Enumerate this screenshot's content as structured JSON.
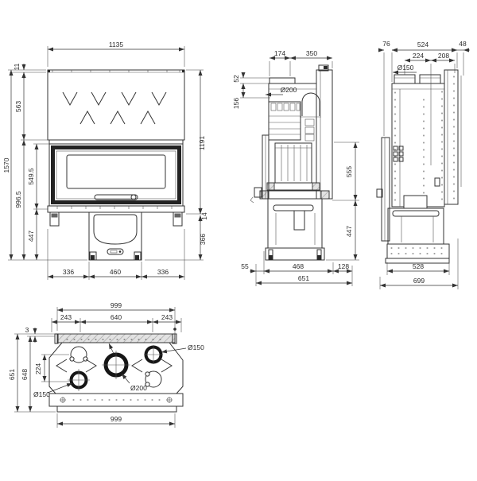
{
  "colors": {
    "line": "#333333",
    "thick": "#1a1a1a",
    "hatch": "#9f9f9f",
    "strip_fill": "#e2e2e2"
  },
  "views": {
    "front": {
      "total_width": "1135",
      "top_lip": "11",
      "hood_height": "563",
      "overall_height": "1570",
      "lower_height": "996.5",
      "door_height": "549.5",
      "plinth_height_left": "447",
      "right_height": "1191",
      "frame_gap": "14",
      "pedestal_height": "366",
      "bottom_left": "336",
      "bottom_center": "460",
      "bottom_right": "336"
    },
    "side": {
      "collar_offset": "174",
      "body_depth": "350",
      "collar_height": "52",
      "collar_inset": "156",
      "flue_diameter": "Ø200",
      "firebox_height": "555",
      "plinth_height": "447",
      "front_gap": "55",
      "base_depth": "468",
      "rear_gap": "128",
      "total_depth": "651"
    },
    "rear": {
      "front_offset": "76",
      "body_width": "524",
      "rear_offset": "48",
      "stub_spacing": "224",
      "stub_offset": "208",
      "stub_diameter": "Ø150",
      "base_width": "528",
      "total_width": "699"
    },
    "top": {
      "frame_width": "999",
      "outlet_left": "243",
      "outlet_spacing": "640",
      "outlet_right": "243",
      "front_lip": "3",
      "total_depth": "651",
      "body_depth": "648",
      "outlet_row_spacing": "224",
      "outlet_right_diameter": "Ø150",
      "flue_diameter": "Ø200",
      "outlet_left_diameter": "Ø150",
      "base_width": "999"
    }
  }
}
